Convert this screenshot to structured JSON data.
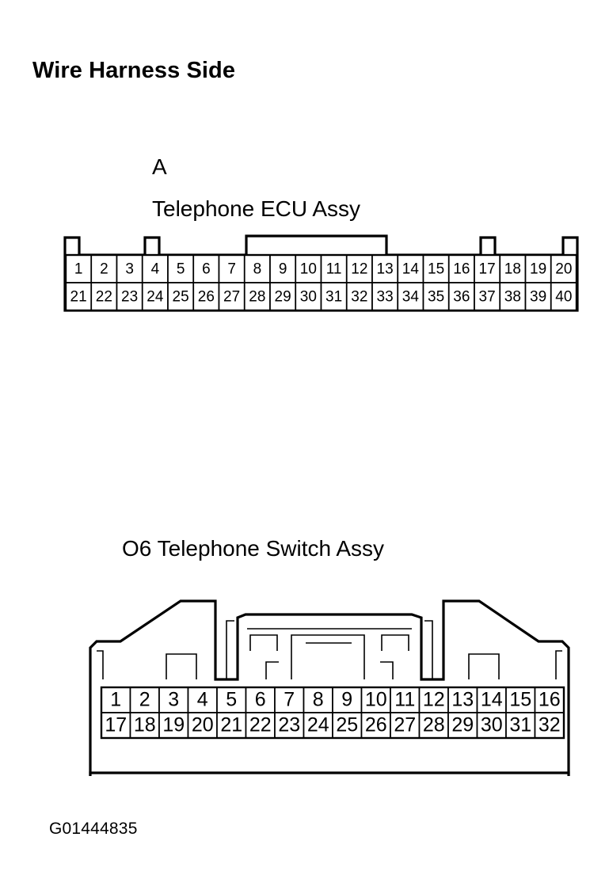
{
  "document": {
    "title": "Wire Harness Side",
    "figure_id": "G01444835"
  },
  "connectors": [
    {
      "id": "telephone-ecu-assy",
      "code": "A",
      "name": "Telephone ECU Assy",
      "rows": 2,
      "columns": 20,
      "top_row_pins": [
        "1",
        "2",
        "3",
        "4",
        "5",
        "6",
        "7",
        "8",
        "9",
        "10",
        "11",
        "12",
        "13",
        "14",
        "15",
        "16",
        "17",
        "18",
        "19",
        "20"
      ],
      "bottom_row_pins": [
        "21",
        "22",
        "23",
        "24",
        "25",
        "26",
        "27",
        "28",
        "29",
        "30",
        "31",
        "32",
        "33",
        "34",
        "35",
        "36",
        "37",
        "38",
        "39",
        "40"
      ],
      "total_pins": 40
    },
    {
      "id": "telephone-switch-assy",
      "code": "O6",
      "name": "O6 Telephone Switch Assy",
      "rows": 2,
      "columns": 16,
      "top_row_pins": [
        "1",
        "2",
        "3",
        "4",
        "5",
        "6",
        "7",
        "8",
        "9",
        "10",
        "11",
        "12",
        "13",
        "14",
        "15",
        "16"
      ],
      "bottom_row_pins": [
        "17",
        "18",
        "19",
        "20",
        "21",
        "22",
        "23",
        "24",
        "25",
        "26",
        "27",
        "28",
        "29",
        "30",
        "31",
        "32"
      ],
      "total_pins": 32
    }
  ],
  "colors": {
    "ink": "#000000",
    "paper": "#ffffff"
  }
}
